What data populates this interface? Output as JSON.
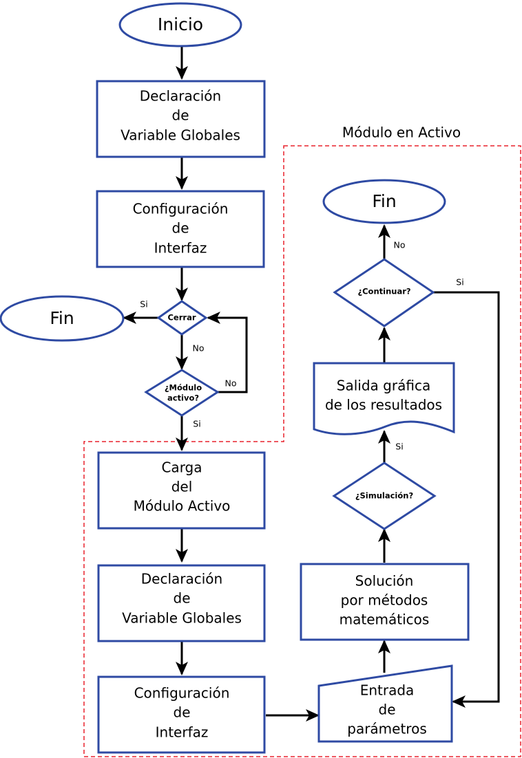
{
  "region_label": "Módulo en Activo",
  "nodes": {
    "inicio": "Inicio",
    "declaracion1": [
      "Declaración",
      "de",
      "Variable Globales"
    ],
    "configuracion1": [
      "Configuración",
      "de",
      "Interfaz"
    ],
    "fin_left": "Fin",
    "cerrar": "Cerrar",
    "modulo_activo": [
      "¿Módulo",
      "activo?"
    ],
    "carga": [
      "Carga",
      "del",
      "Módulo Activo"
    ],
    "declaracion2": [
      "Declaración",
      "de",
      "Variable Globales"
    ],
    "configuracion2": [
      "Configuración",
      "de",
      "Interfaz"
    ],
    "entrada": [
      "Entrada",
      "de",
      "parámetros"
    ],
    "solucion": [
      "Solución",
      "por métodos",
      "matemáticos"
    ],
    "simulacion": "¿Simulación?",
    "salida": [
      "Salida gráfica",
      "de los resultados"
    ],
    "continuar": "¿Continuar?",
    "fin_right": "Fin"
  },
  "edges": {
    "cerrar_si": "Si",
    "cerrar_no": "No",
    "modulo_no": "No",
    "modulo_si": "Si",
    "simulacion_si": "Si",
    "continuar_no": "No",
    "continuar_si": "Si"
  }
}
